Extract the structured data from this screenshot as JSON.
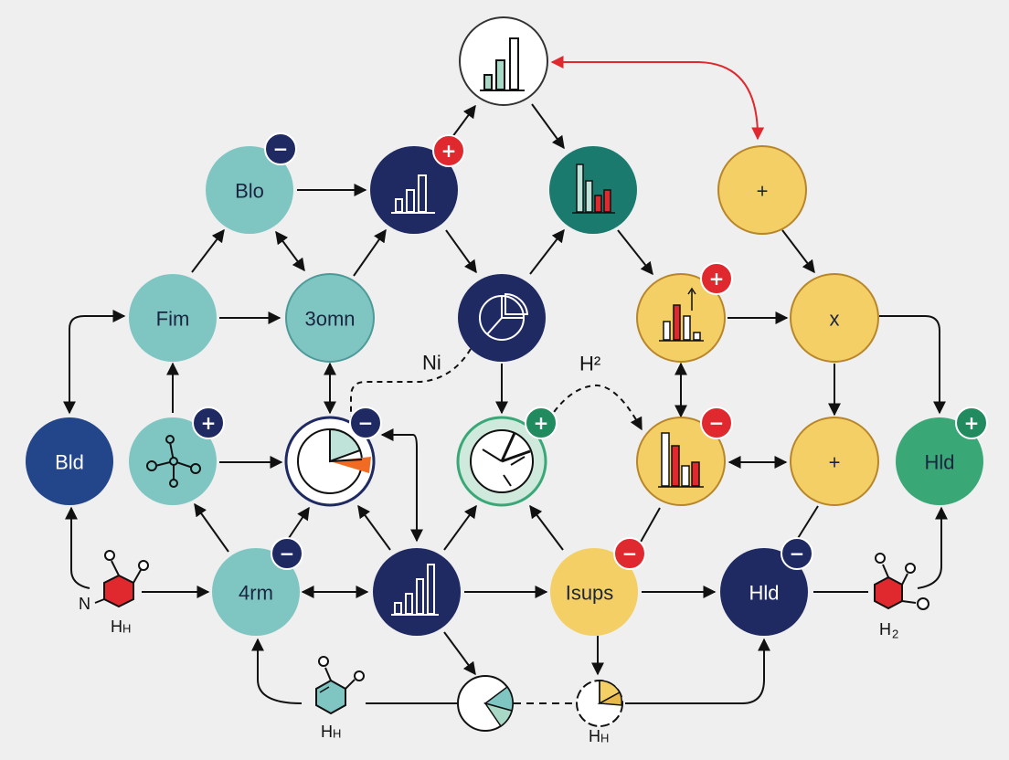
{
  "colors": {
    "teal": "#7fc6c3",
    "navy": "#1f2a63",
    "dark_teal": "#1a7a6e",
    "yellow": "#f4cf65",
    "green": "#3aa876",
    "white": "#ffffff",
    "badge_red": "#e0282f",
    "badge_navy": "#1f2a63",
    "badge_green": "#228a5f",
    "arrow": "#111111",
    "arrow_red": "#e0282f"
  },
  "nodes": [
    {
      "id": "n-top",
      "label": "",
      "fill": "white",
      "icon": "bar-chart-icon"
    },
    {
      "id": "n-blo",
      "label": "Blo",
      "fill": "teal",
      "icon": "",
      "badge": "−",
      "badge_color": "navy"
    },
    {
      "id": "n-bar-navy-1",
      "label": "",
      "fill": "navy",
      "icon": "bar-chart-icon",
      "badge": "+",
      "badge_color": "red"
    },
    {
      "id": "n-bar-teal",
      "label": "",
      "fill": "dark_teal",
      "icon": "bar-chart-icon"
    },
    {
      "id": "n-plus-top",
      "label": "+",
      "fill": "yellow",
      "icon": ""
    },
    {
      "id": "n-fim",
      "label": "Fim",
      "fill": "teal",
      "icon": ""
    },
    {
      "id": "n-3omn",
      "label": "3omn",
      "fill": "teal",
      "icon": ""
    },
    {
      "id": "n-pie-navy",
      "label": "",
      "fill": "navy",
      "icon": "pie-chart-icon"
    },
    {
      "id": "n-bar-yellow-1",
      "label": "",
      "fill": "yellow",
      "icon": "bar-chart-icon",
      "badge": "+",
      "badge_color": "red"
    },
    {
      "id": "n-x",
      "label": "x",
      "fill": "yellow",
      "icon": ""
    },
    {
      "id": "n-bld",
      "label": "Bld",
      "fill": "navy",
      "icon": ""
    },
    {
      "id": "n-network",
      "label": "",
      "fill": "teal",
      "icon": "network-icon",
      "badge": "+",
      "badge_color": "navy"
    },
    {
      "id": "n-pie-white",
      "label": "",
      "fill": "white",
      "icon": "pie-chart-icon",
      "badge": "−",
      "badge_color": "navy"
    },
    {
      "id": "n-pie-green",
      "label": "",
      "fill": "white",
      "icon": "pie-chart-icon",
      "badge": "+",
      "badge_color": "green"
    },
    {
      "id": "n-bar-yellow-2",
      "label": "",
      "fill": "yellow",
      "icon": "bar-chart-icon",
      "badge": "−",
      "badge_color": "red"
    },
    {
      "id": "n-plus-mid",
      "label": "+",
      "fill": "yellow",
      "icon": ""
    },
    {
      "id": "n-hld-green",
      "label": "Hld",
      "fill": "green",
      "icon": "",
      "badge": "+",
      "badge_color": "green"
    },
    {
      "id": "n-4rm",
      "label": "4rm",
      "fill": "teal",
      "icon": "",
      "badge": "−",
      "badge_color": "navy"
    },
    {
      "id": "n-bar-navy-2",
      "label": "",
      "fill": "navy",
      "icon": "bar-chart-icon"
    },
    {
      "id": "n-isups",
      "label": "Isups",
      "fill": "yellow",
      "icon": "",
      "badge": "−",
      "badge_color": "red"
    },
    {
      "id": "n-hld-navy",
      "label": "Hld",
      "fill": "navy",
      "icon": "",
      "badge": "−",
      "badge_color": "navy"
    },
    {
      "id": "n-pie-small",
      "label": "",
      "fill": "white",
      "icon": "pie-chart-icon"
    },
    {
      "id": "n-pie-tiny",
      "label": "",
      "fill": "white",
      "icon": "pie-chart-icon"
    }
  ],
  "molecules": [
    {
      "id": "mol-left",
      "labels": [
        "N",
        "H",
        "H"
      ]
    },
    {
      "id": "mol-bottom",
      "labels": [
        "H",
        "H"
      ]
    },
    {
      "id": "mol-small-bottom",
      "labels": [
        "H",
        "H"
      ]
    },
    {
      "id": "mol-right",
      "labels": [
        "H",
        "2"
      ]
    }
  ],
  "annotations": [
    {
      "id": "note-ni",
      "text": "Ni"
    },
    {
      "id": "note-h2",
      "text": "H²"
    }
  ],
  "edges": [
    {
      "from": "n-blo",
      "to": "n-bar-navy-1",
      "style": "solid"
    },
    {
      "from": "n-bar-navy-1",
      "to": "n-top",
      "style": "solid"
    },
    {
      "from": "n-top",
      "to": "n-bar-teal",
      "style": "solid"
    },
    {
      "from": "n-top",
      "to": "n-plus-top",
      "style": "red",
      "bidirectional": true
    },
    {
      "from": "n-fim",
      "to": "n-blo",
      "style": "solid"
    },
    {
      "from": "n-fim",
      "to": "n-3omn",
      "style": "solid"
    },
    {
      "from": "n-blo",
      "to": "n-3omn",
      "style": "solid",
      "bidirectional": true
    },
    {
      "from": "n-3omn",
      "to": "n-bar-navy-1",
      "style": "solid"
    },
    {
      "from": "n-bar-navy-1",
      "to": "n-pie-navy",
      "style": "solid"
    },
    {
      "from": "n-pie-navy",
      "to": "n-bar-teal",
      "style": "solid"
    },
    {
      "from": "n-bar-teal",
      "to": "n-bar-yellow-1",
      "style": "solid"
    },
    {
      "from": "n-bar-yellow-1",
      "to": "n-x",
      "style": "solid"
    },
    {
      "from": "n-plus-top",
      "to": "n-x",
      "style": "solid"
    },
    {
      "from": "n-bld",
      "to": "n-fim",
      "style": "solid",
      "bidirectional": true
    },
    {
      "from": "n-network",
      "to": "n-fim",
      "style": "solid"
    },
    {
      "from": "n-network",
      "to": "n-pie-white",
      "style": "solid"
    },
    {
      "from": "n-3omn",
      "to": "n-pie-white",
      "style": "solid",
      "bidirectional": true
    },
    {
      "from": "n-pie-navy",
      "to": "n-pie-white",
      "style": "dashed"
    },
    {
      "from": "n-pie-navy",
      "to": "n-pie-green",
      "style": "solid"
    },
    {
      "from": "n-pie-green",
      "to": "n-bar-yellow-2",
      "style": "dashed"
    },
    {
      "from": "n-bar-yellow-1",
      "to": "n-bar-yellow-2",
      "style": "solid",
      "bidirectional": true
    },
    {
      "from": "n-bar-yellow-2",
      "to": "n-plus-mid",
      "style": "solid",
      "bidirectional": true
    },
    {
      "from": "n-x",
      "to": "n-plus-mid",
      "style": "solid"
    },
    {
      "from": "n-x",
      "to": "n-hld-green",
      "style": "solid"
    },
    {
      "from": "n-4rm",
      "to": "n-network",
      "style": "solid"
    },
    {
      "from": "n-4rm",
      "to": "n-pie-white",
      "style": "solid"
    },
    {
      "from": "n-4rm",
      "to": "n-bar-navy-2",
      "style": "solid",
      "bidirectional": true
    },
    {
      "from": "n-pie-white",
      "to": "n-bar-navy-2",
      "style": "solid"
    },
    {
      "from": "n-bar-navy-2",
      "to": "n-pie-white",
      "style": "solid"
    },
    {
      "from": "n-bar-navy-2",
      "to": "n-pie-green",
      "style": "solid"
    },
    {
      "from": "n-bar-navy-2",
      "to": "n-isups",
      "style": "solid"
    },
    {
      "from": "n-bar-navy-2",
      "to": "n-pie-small",
      "style": "solid"
    },
    {
      "from": "n-isups",
      "to": "n-pie-green",
      "style": "solid"
    },
    {
      "from": "n-isups",
      "to": "n-hld-navy",
      "style": "solid"
    },
    {
      "from": "n-isups",
      "to": "n-pie-tiny",
      "style": "solid"
    },
    {
      "from": "mol-left",
      "to": "n-bld",
      "style": "solid"
    },
    {
      "from": "mol-left",
      "to": "n-4rm",
      "style": "solid"
    },
    {
      "from": "mol-bottom",
      "to": "n-4rm",
      "style": "solid"
    },
    {
      "from": "n-pie-tiny",
      "to": "n-hld-navy",
      "style": "solid"
    },
    {
      "from": "mol-right",
      "to": "n-hld-green",
      "style": "solid"
    }
  ]
}
